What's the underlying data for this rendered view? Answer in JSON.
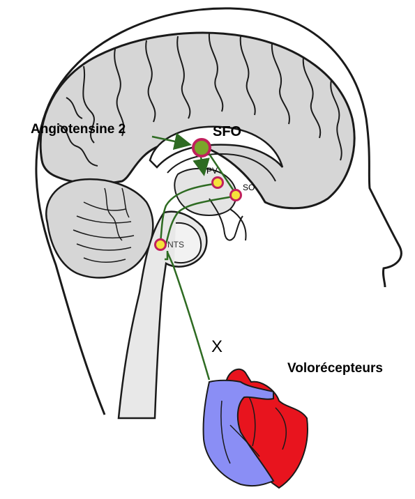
{
  "labels": {
    "angiotensine": "Angiotensine 2",
    "sfo": "SFO",
    "pv": "PV",
    "so": "SO",
    "nts": "NTS",
    "x": "X",
    "volorecepteurs": "Volorécepteurs"
  },
  "colors": {
    "pathway": "#2e6b22",
    "sfo_fill": "#7aa62a",
    "sfo_ring": "#c0205c",
    "nucleus_fill": "#f5e23a",
    "nucleus_ring": "#c0205c",
    "heart_arterial": "#e8141e",
    "heart_venous": "#8a8ef5",
    "brain_fill": "#d6d6d6",
    "outline": "#1a1a1a"
  }
}
